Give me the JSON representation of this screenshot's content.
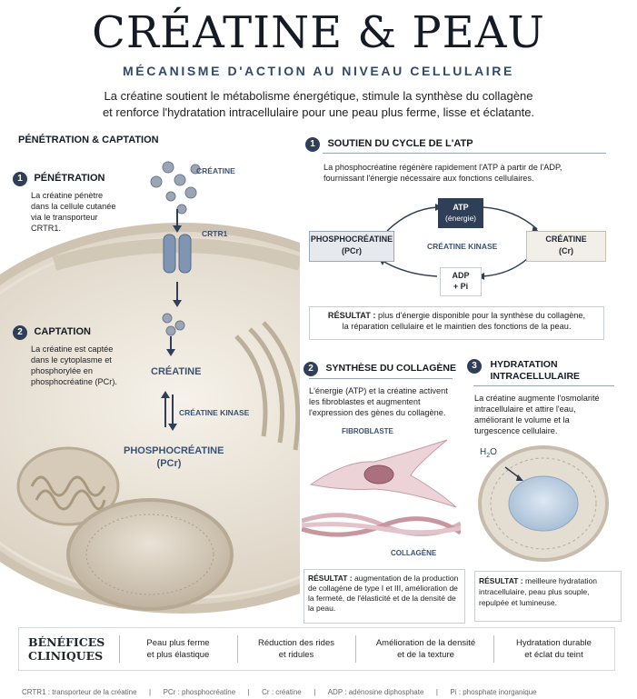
{
  "header": {
    "title": "CRÉATINE & PEAU",
    "subtitle": "MÉCANISME D'ACTION AU NIVEAU CELLULAIRE",
    "intro_line1": "La créatine soutient le métabolisme énergétique, stimule la synthèse du collagène",
    "intro_line2": "et renforce l'hydratation intracellulaire pour une peau plus ferme, lisse et éclatante."
  },
  "left": {
    "section_title": "PÉNÉTRATION & CAPTATION",
    "step1": {
      "num": "1",
      "title": "PÉNÉTRATION",
      "text": "La créatine pénètre dans la cellule cutanée via le transporteur CRTR1."
    },
    "step2": {
      "num": "2",
      "title": "CAPTATION",
      "text": "La créatine est captée dans le cytoplasme et phosphorylée en phosphocréatine (PCr)."
    },
    "labels": {
      "creatine_top": "CRÉATINE",
      "crtr1": "CRTR1",
      "creatine_mid": "CRÉATINE",
      "kinase": "CRÉATINE KINASE",
      "pcr_line1": "PHOSPHOCRÉATINE",
      "pcr_line2": "(PCr)"
    }
  },
  "atp": {
    "num": "1",
    "title": "SOUTIEN DU CYCLE DE L'ATP",
    "text": "La phosphocréatine régénère rapidement l'ATP à partir de l'ADP, fournissant l'énergie nécessaire aux fonctions cellulaires.",
    "pcr_box_l1": "PHOSPHOCRÉATINE",
    "pcr_box_l2": "(PCr)",
    "creatine_box_l1": "CRÉATINE",
    "creatine_box_l2": "(Cr)",
    "atp_box_l1": "ATP",
    "atp_box_l2": "(énergie)",
    "adp_box_l1": "ADP",
    "adp_box_l2": "+ Pi",
    "kinase": "CRÉATINE KINASE",
    "result_label": "RÉSULTAT :",
    "result_line1": "plus d'énergie disponible pour la synthèse du collagène,",
    "result_line2": "la réparation cellulaire et le maintien des fonctions de la peau."
  },
  "collagen": {
    "num": "2",
    "title": "SYNTHÈSE DU COLLAGÈNE",
    "text": "L'énergie (ATP) et la créatine activent les fibroblastes et augmentent l'expression des gènes du collagène.",
    "fibroblast_label": "FIBROBLASTE",
    "collagen_label": "COLLAGÈNE",
    "result_label": "RÉSULTAT :",
    "result_text": "augmentation de la production de collagène de type I et III, amélioration de la fermeté, de l'élasticité et de la densité de la peau."
  },
  "hydration": {
    "num": "3",
    "title_l1": "HYDRATATION",
    "title_l2": "INTRACELLULAIRE",
    "text": "La créatine augmente l'osmolarité intracellulaire et attire l'eau, améliorant le volume et la turgescence cellulaire.",
    "h2o_main": "H",
    "h2o_sub": "2",
    "h2o_end": "O",
    "result_label": "RÉSULTAT :",
    "result_text": "meilleure hydratation intracellulaire, peau plus souple, repulpée et lumineuse."
  },
  "benefits": {
    "title_l1": "BÉNÉFICES",
    "title_l2": "CLINIQUES",
    "items": [
      {
        "l1": "Peau plus ferme",
        "l2": "et plus élastique"
      },
      {
        "l1": "Réduction des rides",
        "l2": "et ridules"
      },
      {
        "l1": "Amélioration de la densité",
        "l2": "et de la texture"
      },
      {
        "l1": "Hydratation durable",
        "l2": "et éclat du teint"
      }
    ]
  },
  "footer": {
    "items": [
      "CRTR1 : transporteur de la créatine",
      "PCr : phosphocréatine",
      "Cr : créatine",
      "ADP : adénosine diphosphate",
      "Pi : phosphate inorganique"
    ],
    "separator": "|"
  },
  "colors": {
    "navy": "#2f3f58",
    "accent_blue": "#3a5375",
    "pink": "#e8c9cf",
    "cell_beige": "#e9e2d6"
  }
}
